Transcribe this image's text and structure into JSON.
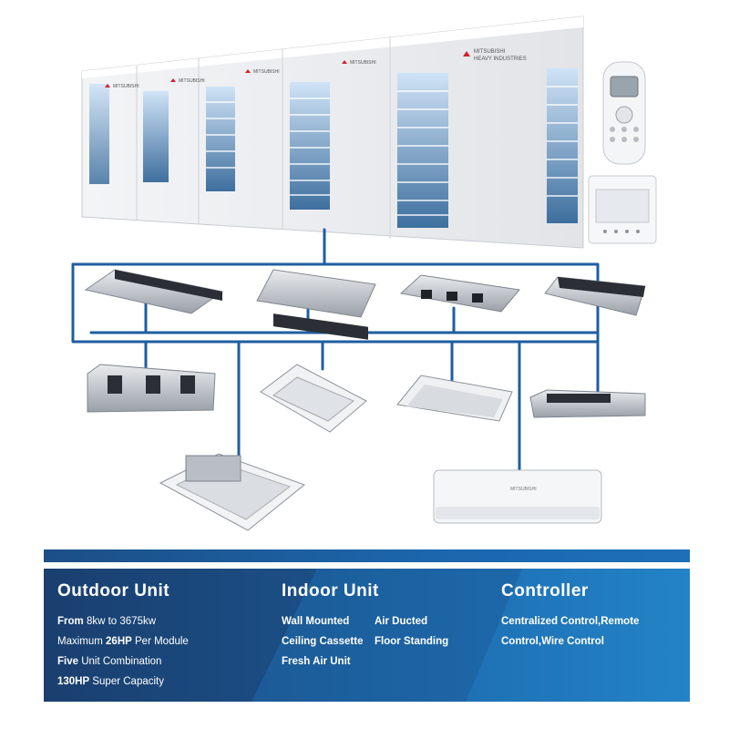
{
  "brand": {
    "logo_text": "MITSUBISHI HEAVY INDUSTRIES",
    "accent_color": "#1d64a4",
    "pipe_color": "#1e5ea0"
  },
  "outdoor": {
    "title": "Outdoor Unit",
    "lines": [
      {
        "pre": "From",
        "rest": " 8kw to 3675kw"
      },
      {
        "pre": "Maximum ",
        "strong": "26HP",
        "rest": " Per Module"
      },
      {
        "pre": "Five",
        "rest": " Unit Combination",
        "strong_first": true
      },
      {
        "pre": "130HP",
        "rest": " Super Capacity",
        "strong_first": true
      }
    ]
  },
  "indoor": {
    "title": "Indoor Unit",
    "items": [
      "Wall Mounted",
      "Air Ducted",
      "Ceiling Cassette",
      "Floor Standing",
      "Fresh Air Unit"
    ]
  },
  "controller": {
    "title": "Controller",
    "lines": [
      "Centralized Control,Remote",
      "Control,Wire Control"
    ]
  }
}
